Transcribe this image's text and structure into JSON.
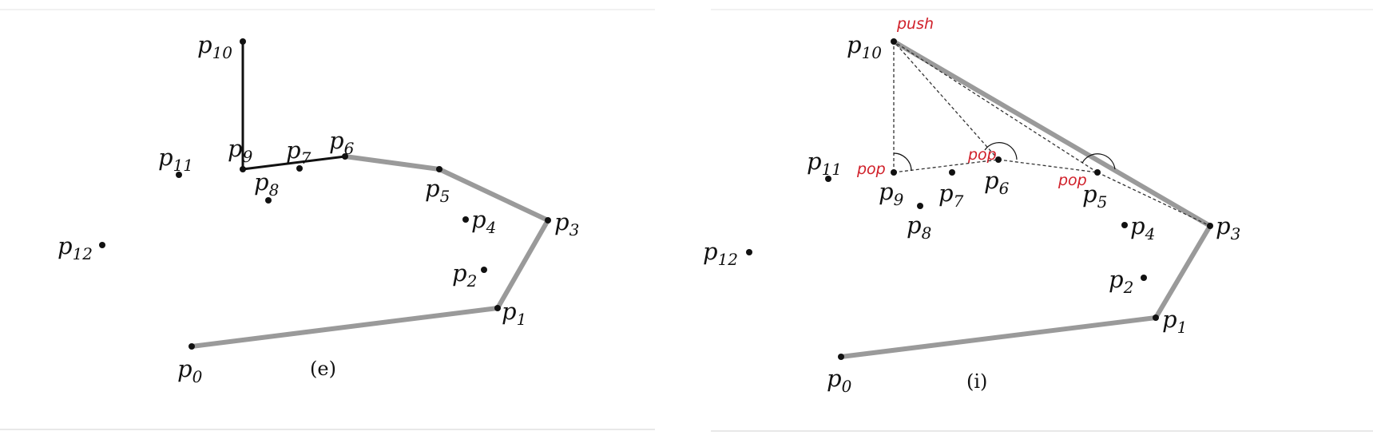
{
  "panels": [
    {
      "caption": "(e)",
      "points": [
        {
          "base": "p",
          "sub": "0"
        },
        {
          "base": "p",
          "sub": "1"
        },
        {
          "base": "p",
          "sub": "2"
        },
        {
          "base": "p",
          "sub": "3"
        },
        {
          "base": "p",
          "sub": "4"
        },
        {
          "base": "p",
          "sub": "5"
        },
        {
          "base": "p",
          "sub": "6"
        },
        {
          "base": "p",
          "sub": "7"
        },
        {
          "base": "p",
          "sub": "8"
        },
        {
          "base": "p",
          "sub": "9"
        },
        {
          "base": "p",
          "sub": "10"
        },
        {
          "base": "p",
          "sub": "11"
        },
        {
          "base": "p",
          "sub": "12"
        }
      ],
      "hull_gray": [
        "0",
        "1",
        "3",
        "5",
        "6"
      ],
      "hull_black": [
        "6",
        "9",
        "10"
      ]
    },
    {
      "caption": "(i)",
      "points": [
        {
          "base": "p",
          "sub": "0"
        },
        {
          "base": "p",
          "sub": "1"
        },
        {
          "base": "p",
          "sub": "2"
        },
        {
          "base": "p",
          "sub": "3"
        },
        {
          "base": "p",
          "sub": "4"
        },
        {
          "base": "p",
          "sub": "5"
        },
        {
          "base": "p",
          "sub": "6"
        },
        {
          "base": "p",
          "sub": "7"
        },
        {
          "base": "p",
          "sub": "8"
        },
        {
          "base": "p",
          "sub": "9"
        },
        {
          "base": "p",
          "sub": "10"
        },
        {
          "base": "p",
          "sub": "11"
        },
        {
          "base": "p",
          "sub": "12"
        }
      ],
      "hull_gray": [
        "0",
        "1",
        "3",
        "10"
      ],
      "dashed": [
        [
          "9",
          "10"
        ],
        [
          "6",
          "10"
        ],
        [
          "5",
          "10"
        ],
        [
          "9",
          "6"
        ],
        [
          "6",
          "5"
        ],
        [
          "5",
          "3"
        ]
      ],
      "annotations": [
        {
          "text": "push",
          "at": "10"
        },
        {
          "text": "pop",
          "at": "9"
        },
        {
          "text": "pop",
          "at": "6"
        },
        {
          "text": "pop",
          "at": "5"
        }
      ]
    }
  ]
}
